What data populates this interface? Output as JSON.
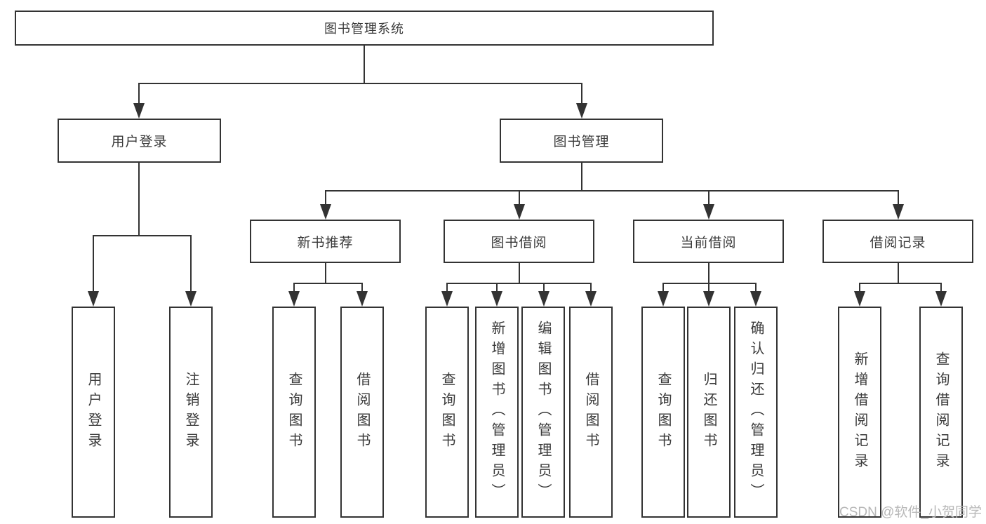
{
  "tree": {
    "root": {
      "label": "图书管理系统"
    },
    "branches": [
      {
        "label": "用户登录",
        "children": [
          {
            "label": "用户登录"
          },
          {
            "label": "注销登录"
          }
        ]
      },
      {
        "label": "图书管理",
        "children": [
          {
            "label": "新书推荐",
            "children": [
              {
                "label": "查询图书"
              },
              {
                "label": "借阅图书"
              }
            ]
          },
          {
            "label": "图书借阅",
            "children": [
              {
                "label": "查询图书"
              },
              {
                "label": "新增图书（管理员）"
              },
              {
                "label": "编辑图书（管理员）"
              },
              {
                "label": "借阅图书"
              }
            ]
          },
          {
            "label": "当前借阅",
            "children": [
              {
                "label": "查询图书"
              },
              {
                "label": "归还图书"
              },
              {
                "label": "确认归还（管理员）"
              }
            ]
          },
          {
            "label": "借阅记录",
            "children": [
              {
                "label": "新增借阅记录"
              },
              {
                "label": "查询借阅记录"
              }
            ]
          }
        ]
      }
    ]
  },
  "watermark": {
    "text": "CSDN @软件_小贺同学"
  },
  "colors": {
    "line": "#333333",
    "text": "#3a3a3a",
    "watermark": "#b8b8b8",
    "bg": "#ffffff"
  }
}
